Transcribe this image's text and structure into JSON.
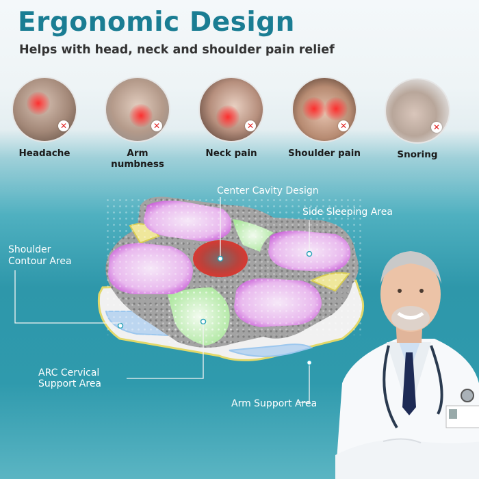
{
  "title": "Ergonomic Design",
  "subtitle": "Helps with head, neck and shoulder pain relief",
  "pain_points": [
    {
      "label": "Headache",
      "icon": "headache-photo-icon"
    },
    {
      "label": "Arm numbness",
      "icon": "arm-numbness-photo-icon"
    },
    {
      "label": "Neck pain",
      "icon": "neck-pain-photo-icon"
    },
    {
      "label": "Shoulder pain",
      "icon": "shoulder-pain-photo-icon"
    },
    {
      "label": "Snoring",
      "icon": "snoring-photo-icon"
    }
  ],
  "x_mark": "✕",
  "callouts": {
    "center_cavity": "Center Cavity Design",
    "side_sleeping": "Side Sleeping Area",
    "shoulder_contour_1": "Shoulder",
    "shoulder_contour_2": "Contour Area",
    "arc_cervical_1": "ARC Cervical",
    "arc_cervical_2": "Support Area",
    "arm_support": "Arm Support Area"
  },
  "colors": {
    "title": "#1a7d93",
    "accent_teal": "#2e97aa",
    "zone_purple": "#d37fe0",
    "zone_green": "#a9e69a",
    "zone_red": "#e0362f",
    "zone_yellow": "#e8e17a",
    "zone_blue": "#9cc7ee"
  }
}
